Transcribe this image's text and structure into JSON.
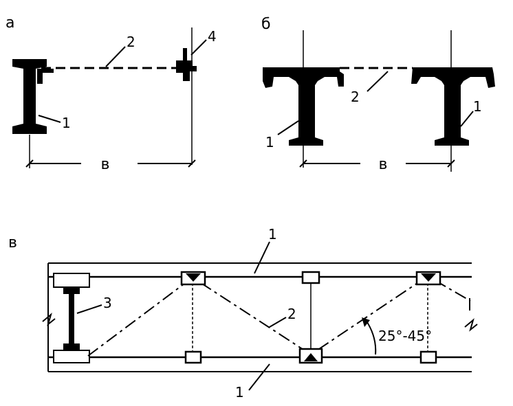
{
  "panels": {
    "a": {
      "letter": "а",
      "dim": "в",
      "callouts": {
        "c1": "1",
        "c2": "2",
        "c4": "4"
      }
    },
    "b": {
      "letter": "б",
      "dim": "в",
      "callouts": {
        "c1a": "1",
        "c1b": "1",
        "c2": "2"
      }
    },
    "c": {
      "letter": "в",
      "angle": "25°-45°",
      "callouts": {
        "c1top": "1",
        "c1bot": "1",
        "c2": "2",
        "c3": "3"
      }
    }
  },
  "colors": {
    "ink": "#000000",
    "paper": "#ffffff"
  }
}
